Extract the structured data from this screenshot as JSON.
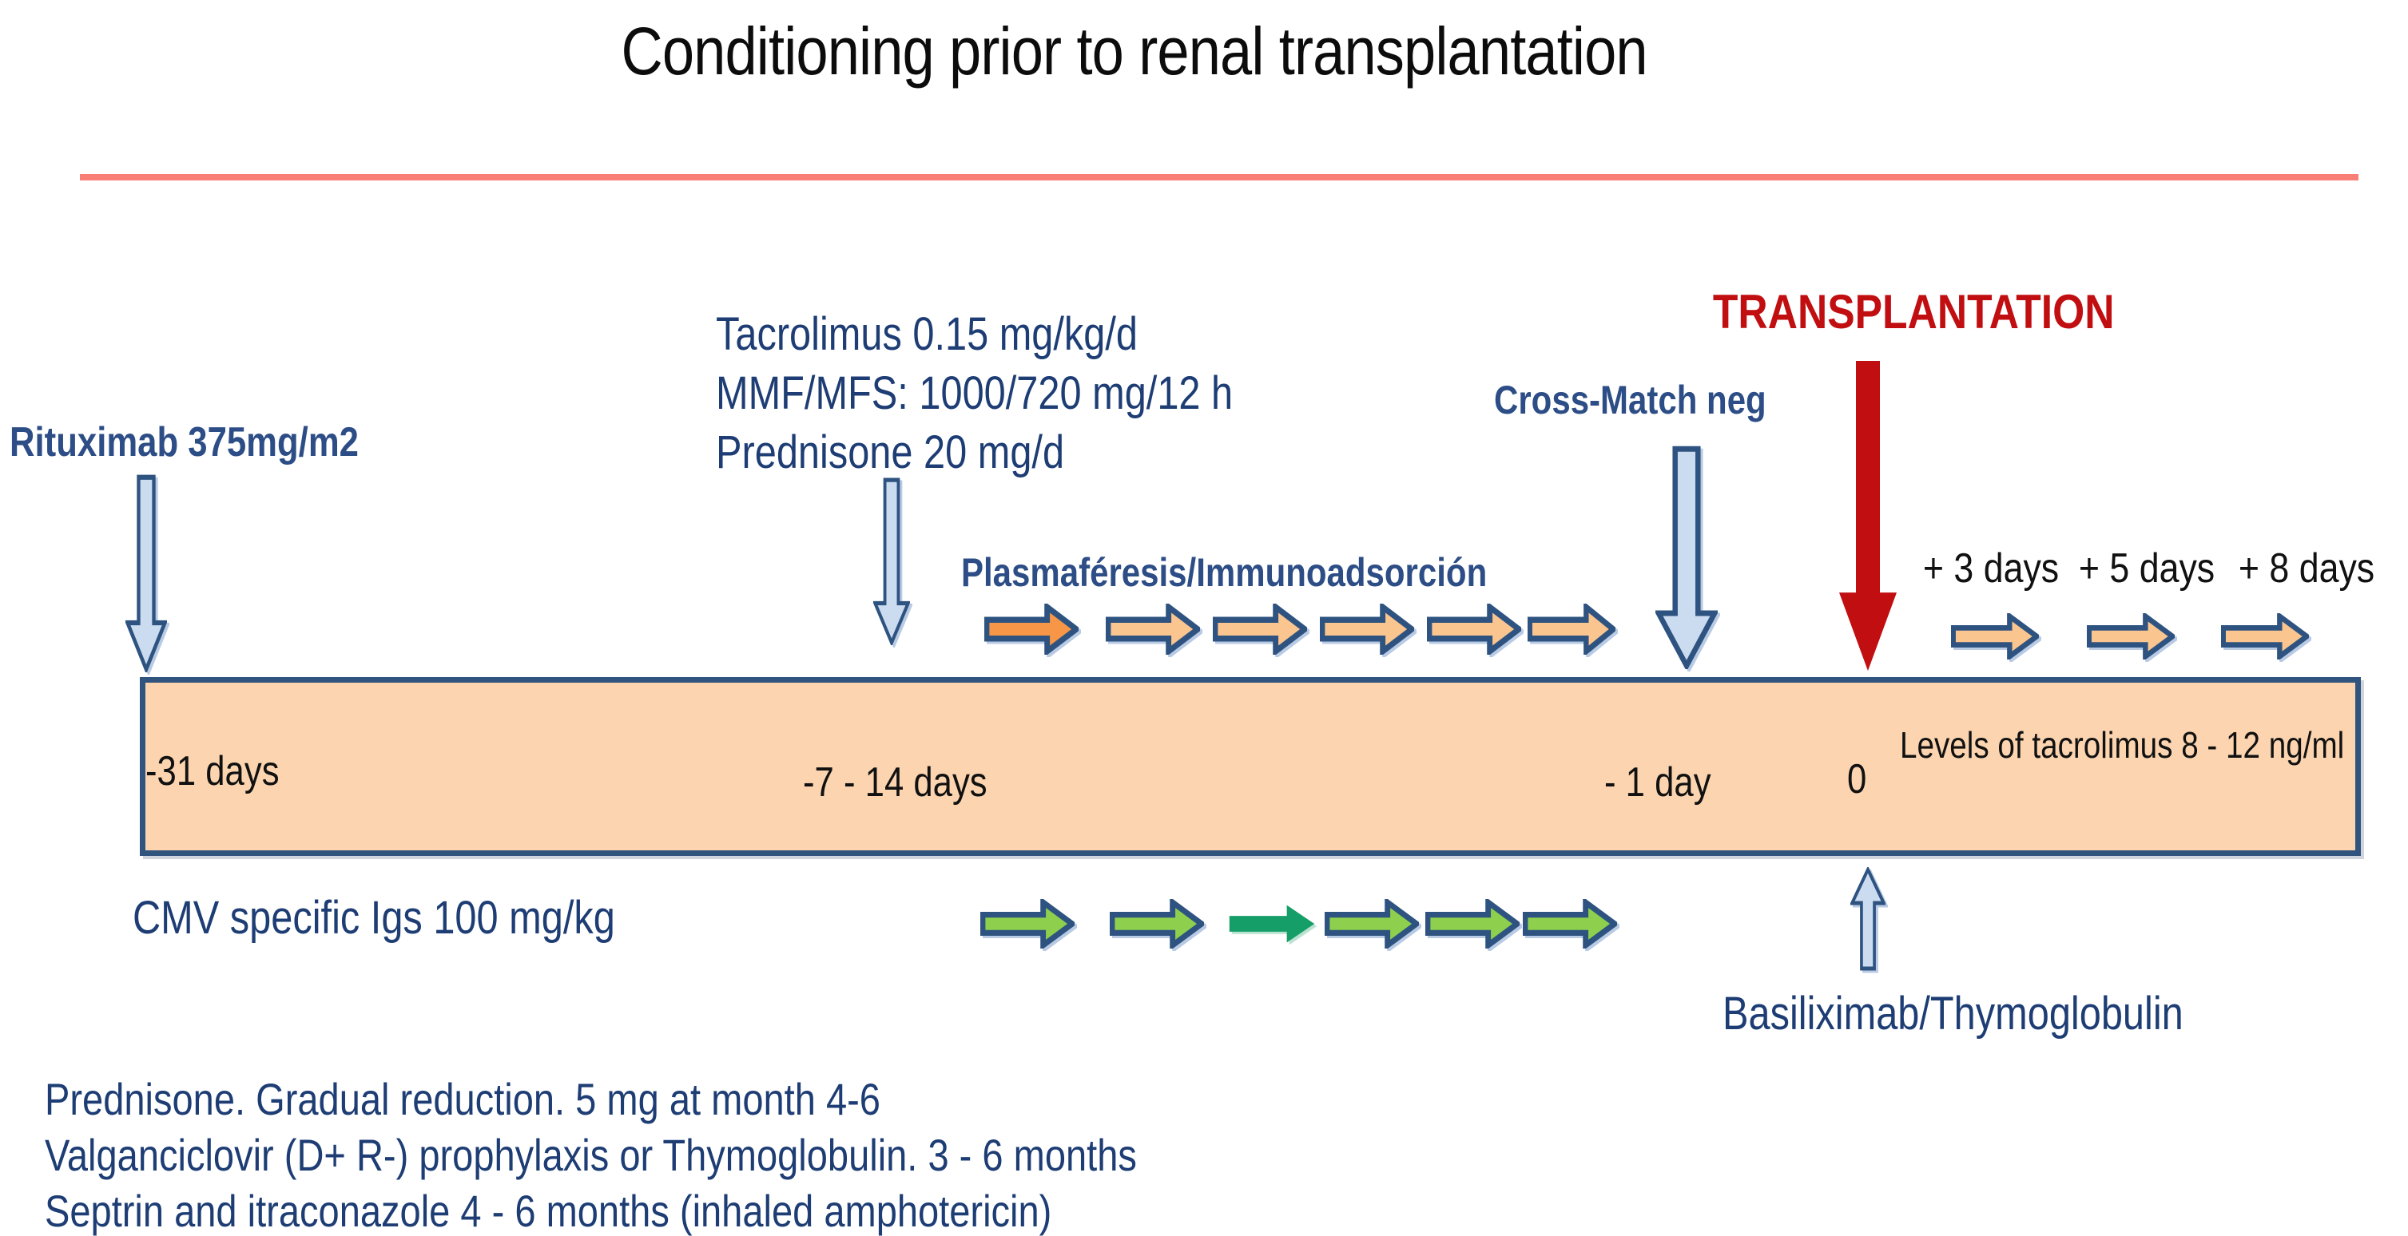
{
  "slide": {
    "title": "Conditioning prior to renal transplantation"
  },
  "labels": {
    "rituximab": "Rituximab 375mg/m2",
    "tacrolimus": [
      "Tacrolimus 0.15 mg/kg/d",
      "MMF/MFS: 1000/720 mg/12 h",
      "Prednisone 20 mg/d"
    ],
    "plasmapheresis": "Plasmaféresis/Immunoadsorción",
    "cross_match": "Cross-Match neg",
    "transplantation": "TRANSPLANTATION",
    "post_transplant_days": [
      "+ 3 days",
      "+ 5 days",
      "+ 8 days"
    ],
    "cmv": "CMV specific Igs 100 mg/kg",
    "basiliximab": "Basiliximab/Thymoglobulin"
  },
  "timeline": {
    "time_points": [
      "-31 days",
      "-7 - 14 days",
      "- 1 day",
      "0"
    ],
    "levels_note": "Levels of tacrolimus 8 - 12 ng/ml"
  },
  "footer": [
    "Prednisone. Gradual reduction. 5 mg at month 4-6",
    "Valganciclovir (D+ R-) prophylaxis or Thymoglobulin. 3 - 6 months",
    "Septrin and itraconazole 4 - 6 months (inhaled amphotericin)"
  ],
  "colors": {
    "accent_red": "#c10e11",
    "divider_salmon": "#f87e76",
    "timeline_fill": "#fcd5b0",
    "outline_blue": "#2e5380",
    "navy_text": "#1d3d74",
    "orange_arrow": "#f79646",
    "orange_arrow_light": "#fbc58f",
    "green_arrow": "#8ed04e",
    "teal_arrow": "#169e68",
    "blue_arrow_fill": "#ccdcf0"
  }
}
